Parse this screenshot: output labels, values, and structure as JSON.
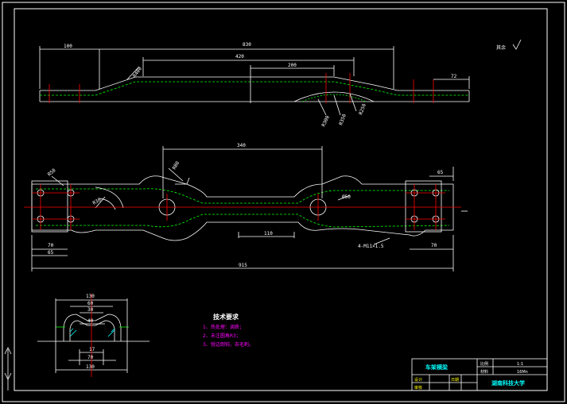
{
  "colors": {
    "background": "#000000",
    "frame": "#ffffff",
    "outline": "#ffffff",
    "center_line": "#ff0000",
    "hidden_line": "#00ff00",
    "dimension": "#ffffff",
    "tech_text": "#ff00ff",
    "title_text": "#00ffff"
  },
  "top_view": {
    "dims": {
      "overall": "830",
      "mid": "420",
      "inner": "200",
      "right": "72",
      "left_short": "100"
    },
    "callouts": [
      "R400",
      "R300",
      "R350",
      "R250"
    ]
  },
  "roughness": "其余",
  "main_view": {
    "dims": {
      "top": "340",
      "lower_center": "110",
      "overall": "915",
      "left_a": "70",
      "left_b": "65",
      "right_a": "70",
      "right_b": "65",
      "holes": "4-M11×1.5",
      "radius_a": "R50",
      "radius_b": "R30",
      "radius_c": "Ø50",
      "radius_d": "R80"
    }
  },
  "section_view": {
    "dims": {
      "top": "130",
      "upper": "60",
      "inner": "30",
      "mid": "40",
      "lower_a": "17",
      "lower_b": "70",
      "bottom": "130"
    }
  },
  "tech_requirements": {
    "title": "技术要求",
    "items": [
      "1、热处理：调质；",
      "2、未注圆角R3；",
      "3、锐边倒钝，去毛刺。"
    ]
  },
  "title_block": {
    "part_name": "车架横梁",
    "scale_label": "比例",
    "scale_value": "1:1",
    "material_label": "材料",
    "material_value": "16Mn",
    "designer_label": "设计",
    "checker_label": "审核",
    "date_label": "日期",
    "school": "湖南科技大学"
  }
}
